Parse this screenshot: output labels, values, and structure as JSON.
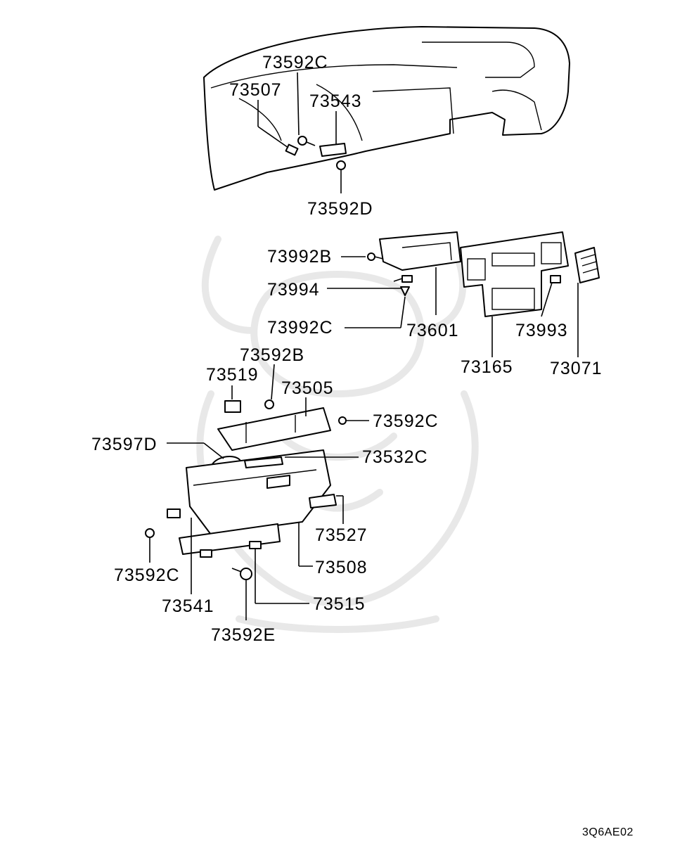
{
  "diagram_code": "3Q6AE02",
  "parts": {
    "p73592C_top": "73592C",
    "p73507": "73507",
    "p73543": "73543",
    "p73592D": "73592D",
    "p73992B": "73992B",
    "p73994": "73994",
    "p73992C": "73992C",
    "p73601": "73601",
    "p73993": "73993",
    "p73165": "73165",
    "p73071": "73071",
    "p73592B": "73592B",
    "p73519": "73519",
    "p73505": "73505",
    "p73592C_mid": "73592C",
    "p73597D": "73597D",
    "p73532C": "73532C",
    "p73527": "73527",
    "p73508": "73508",
    "p73592C_low": "73592C",
    "p73541": "73541",
    "p73515": "73515",
    "p73592E": "73592E"
  }
}
